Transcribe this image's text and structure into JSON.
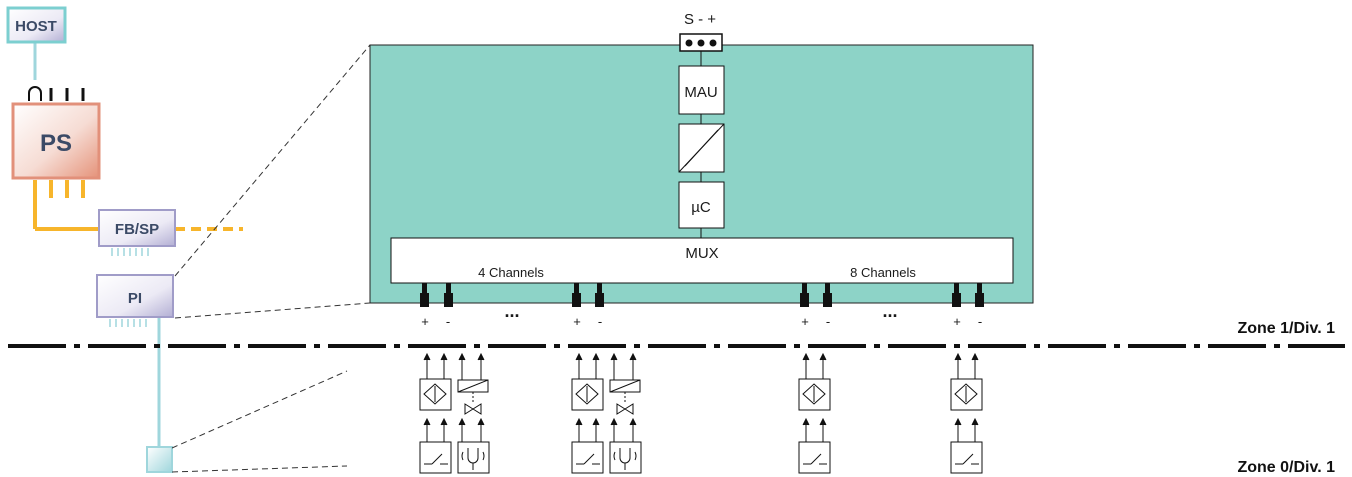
{
  "host_label": "HOST",
  "ps_label": "PS",
  "fbsp_label": "FB/SP",
  "pi_label": "PI",
  "terminal_label": "S - +",
  "mau_label": "MAU",
  "uc_label": "µC",
  "mux_label": "MUX",
  "group_left_label": "4 Channels",
  "group_right_label": "8 Channels",
  "ellipsis": "...",
  "plus": "+",
  "minus": "-",
  "zone1_label": "Zone 1/Div. 1",
  "zone0_label": "Zone 0/Div. 1",
  "colors": {
    "module_fill": "#8dd3c7",
    "trunk": "#f7b52b",
    "cable": "#9fd6dc",
    "box_border": "#a09cc8",
    "ps_border": "#e2907a",
    "host_border": "#7ccfd0"
  }
}
